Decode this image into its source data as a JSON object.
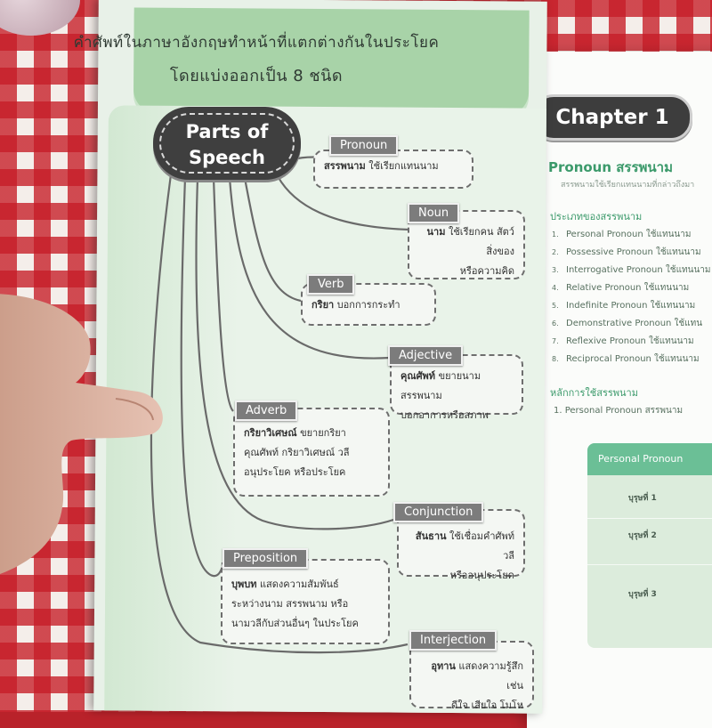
{
  "header": {
    "line1": "คำศัพท์ในภาษาอังกฤษทำหน้าที่แตกต่างกันในประโยค",
    "line2": "โดยแบ่งออกเป็น 8 ชนิด"
  },
  "diagram": {
    "center_line1": "Parts of",
    "center_line2": "Speech",
    "nodes": [
      {
        "tag": "Pronoun",
        "term": "สรรพนาม",
        "desc": "ใช้เรียกแทนนาม"
      },
      {
        "tag": "Noun",
        "term": "นาม",
        "desc": "ใช้เรียกคน สัตว์ สิ่งของ",
        "desc2": "หรือความคิด"
      },
      {
        "tag": "Verb",
        "term": "กริยา",
        "desc": "บอกการกระทำ"
      },
      {
        "tag": "Adjective",
        "term": "คุณศัพท์",
        "desc": "ขยายนาม สรรพนาม",
        "desc2": "บอกอาการหรือสภาพ"
      },
      {
        "tag": "Adverb",
        "term": "กริยาวิเศษณ์",
        "desc": "ขยายกริยา",
        "desc2": "คุณศัพท์ กริยาวิเศษณ์ วลี",
        "desc3": "อนุประโยค หรือประโยค"
      },
      {
        "tag": "Conjunction",
        "term": "สันธาน",
        "desc": "ใช้เชื่อมคำศัพท์ วลี",
        "desc2": "หรืออนุประโยค"
      },
      {
        "tag": "Preposition",
        "term": "บุพบท",
        "desc": "แสดงความสัมพันธ์",
        "desc2": "ระหว่างนาม สรรพนาม หรือ",
        "desc3": "นามวลีกับส่วนอื่นๆ ในประโยค"
      },
      {
        "tag": "Interjection",
        "term": "อุทาน",
        "desc": "แสดงความรู้สึก เช่น",
        "desc2": "ดีใจ เสียใจ โมโห"
      }
    ]
  },
  "right_page": {
    "chapter": "Chapter 1",
    "title": "Pronoun สรรพนาม",
    "subtitle": "สรรพนามใช้เรียกแทนนามที่กล่าวถึงมา",
    "types_heading": "ประเภทของสรรพนาม",
    "types": [
      {
        "n": "1.",
        "label": "Personal Pronoun ใช้แทนนาม"
      },
      {
        "n": "2.",
        "label": "Possessive Pronoun ใช้แทนนาม"
      },
      {
        "n": "3.",
        "label": "Interrogative Pronoun ใช้แทนนาม"
      },
      {
        "n": "4.",
        "label": "Relative Pronoun ใช้แทนนาม"
      },
      {
        "n": "5.",
        "label": "Indefinite Pronoun ใช้แทนนาม"
      },
      {
        "n": "6.",
        "label": "Demonstrative Pronoun ใช้แทน"
      },
      {
        "n": "7.",
        "label": "Reflexive Pronoun ใช้แทนนาม"
      },
      {
        "n": "8.",
        "label": "Reciprocal Pronoun ใช้แทนนาม"
      }
    ],
    "usage_heading": "หลักการใช้สรรพนาม",
    "usage_item": "1. Personal Pronoun สรรพนาม",
    "table_header": "Personal Pronoun",
    "table_rows": [
      "บุรุษที่ 1",
      "บุรุษที่ 2",
      "บุรุษที่ 3"
    ]
  },
  "colors": {
    "header_band": "#a8d3a8",
    "tag_gray": "#7c7c7c",
    "accent_green": "#3c9a6b",
    "tablecloth_red": "#c61c26"
  }
}
